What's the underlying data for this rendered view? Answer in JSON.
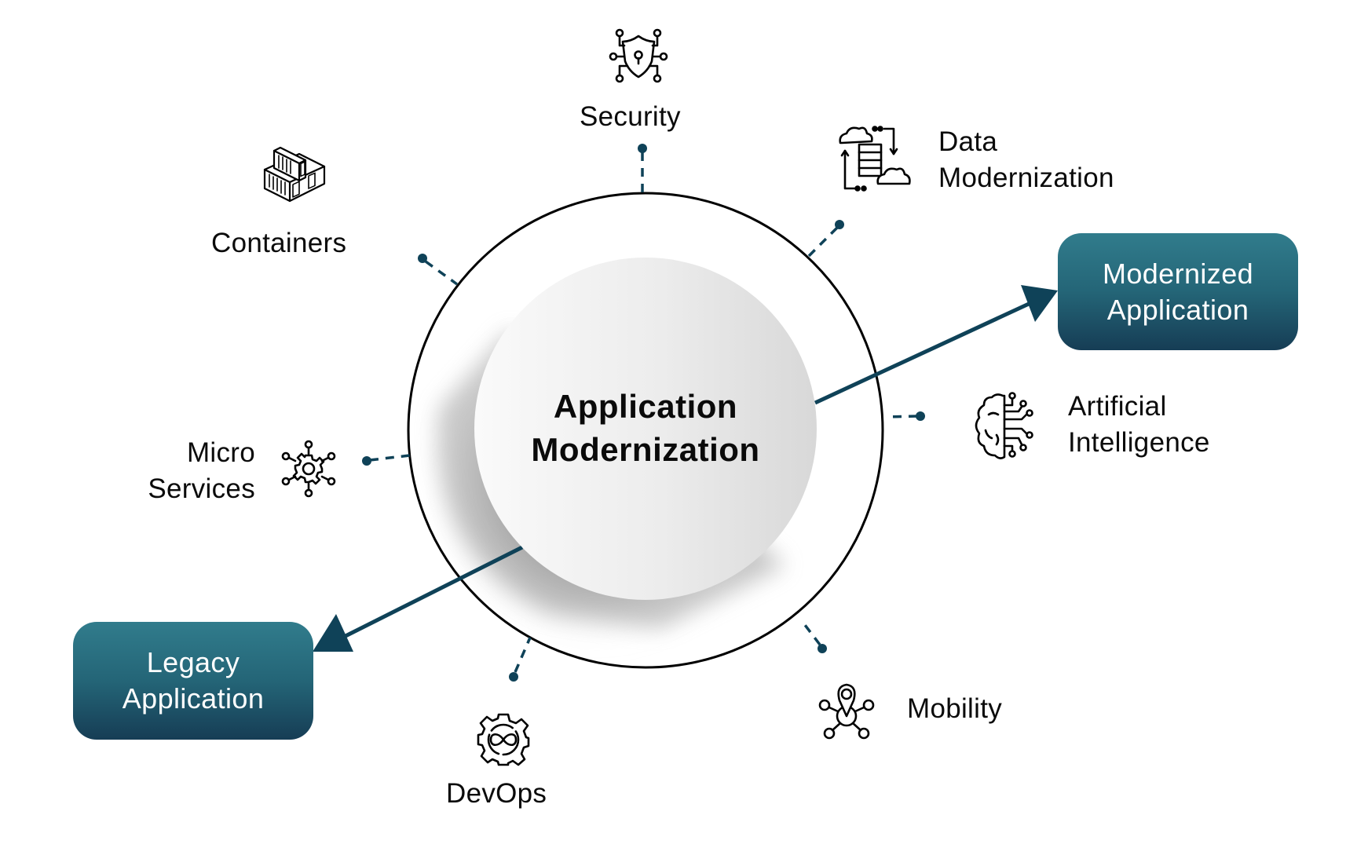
{
  "diagram": {
    "center": {
      "line1": "Application",
      "line2": "Modernization"
    },
    "source_box": {
      "line1": "Legacy",
      "line2": "Application"
    },
    "target_box": {
      "line1": "Modernized",
      "line2": "Application"
    },
    "pillars": [
      {
        "id": "security",
        "lines": [
          "Security"
        ],
        "icon": "shield-circuit-icon"
      },
      {
        "id": "data-modernization",
        "lines": [
          "Data",
          "Modernization"
        ],
        "icon": "server-cloud-sync-icon"
      },
      {
        "id": "artificial-intelligence",
        "lines": [
          "Artificial",
          "Intelligence"
        ],
        "icon": "brain-circuit-icon"
      },
      {
        "id": "mobility",
        "lines": [
          "Mobility"
        ],
        "icon": "location-network-icon"
      },
      {
        "id": "devops",
        "lines": [
          "DevOps"
        ],
        "icon": "gear-infinity-icon"
      },
      {
        "id": "micro-services",
        "lines": [
          "Micro",
          "Services"
        ],
        "icon": "gear-network-icon"
      },
      {
        "id": "containers",
        "lines": [
          "Containers"
        ],
        "icon": "stacked-containers-icon"
      }
    ]
  },
  "colors": {
    "accent": "#0f4258",
    "box_top": "#317c8c",
    "box_bottom": "#163d55",
    "text": "#0b0b0b",
    "ring": "#000000"
  }
}
